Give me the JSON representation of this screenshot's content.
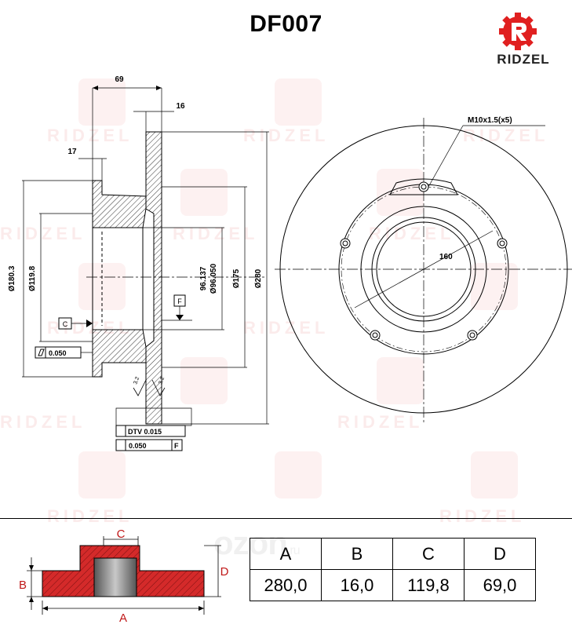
{
  "title": "DF007",
  "brand": {
    "name": "RIDZEL",
    "watermark_text": "RIDZEL"
  },
  "colors": {
    "brand_red": "#e02020",
    "section_red": "#d42a2a",
    "hub_gray": "#9a9a9a"
  },
  "drawing": {
    "dims": {
      "d69": "69",
      "d16": "16",
      "d17": "17",
      "d180": "Ø180.3",
      "d119": "Ø119.8",
      "d96": "96.137",
      "d96b": "Ø96.050",
      "d175": "Ø175",
      "d280": "Ø280",
      "d160": "160",
      "thread": "M10x1.5(x5)"
    },
    "datum_f": "F",
    "datum_c": "C",
    "flatness": "0.050",
    "dtv": "DTV 0.015",
    "runout": "0.050",
    "runout_ref": "F",
    "roughness_label": "3.2"
  },
  "legend": {
    "A": "A",
    "B": "B",
    "C": "C",
    "D": "D"
  },
  "table": {
    "headers": [
      "A",
      "B",
      "C",
      "D"
    ],
    "values": [
      "280,0",
      "16,0",
      "119,8",
      "69,0"
    ]
  },
  "ozon": {
    "name": "ozon",
    "domain": ".ru"
  }
}
